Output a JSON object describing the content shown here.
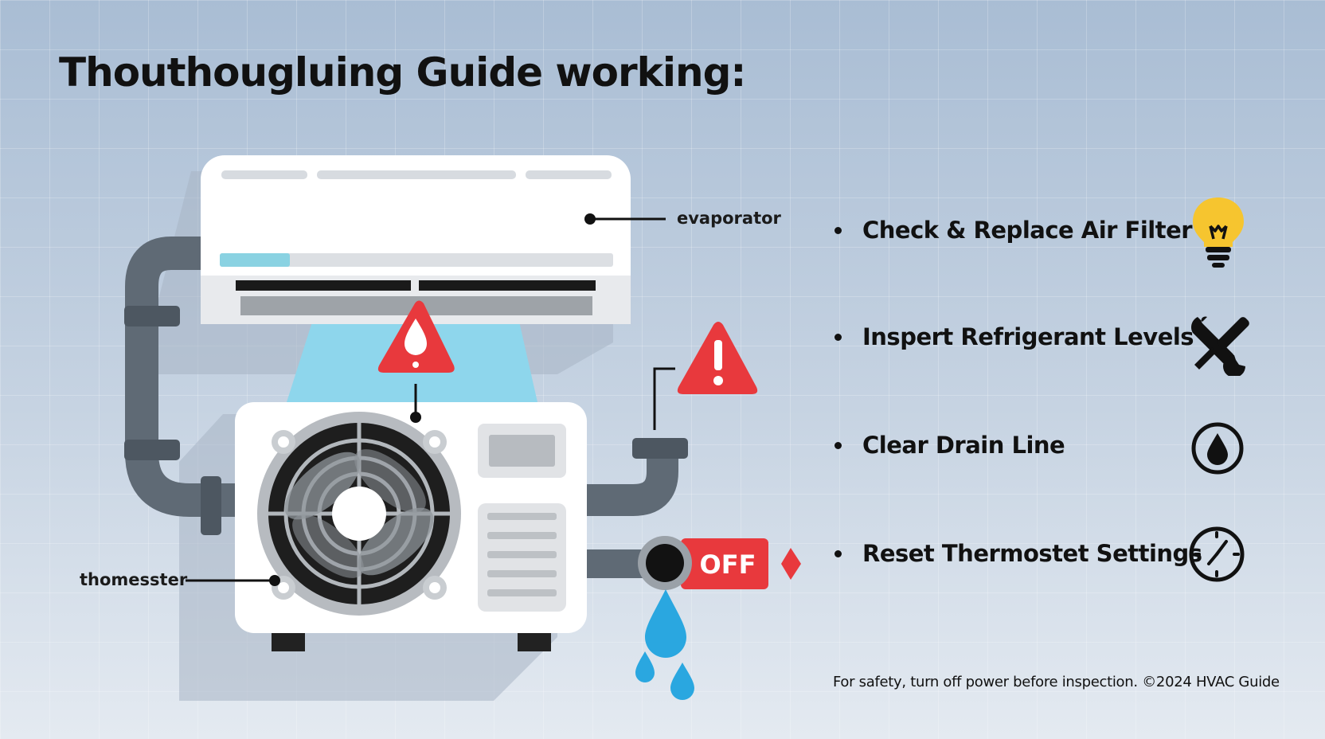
{
  "title": "Thouthougluing Guide working:",
  "callouts": {
    "evaporator": "evaporator",
    "thermostat": "thomesster",
    "off_switch": "OFF"
  },
  "checklist": [
    {
      "label": "Check & Replace Air Filter",
      "icon": "lightbulb-icon"
    },
    {
      "label": "Inspert Refrigerant Levels",
      "icon": "wrench-screwdriver-icon"
    },
    {
      "label": "Clear Drain Line",
      "icon": "water-drop-icon"
    },
    {
      "label": "Reset Thermostet Settings",
      "icon": "clock-icon"
    }
  ],
  "footer": "For safety, turn off power before inspection. ©2024 HVAC Guide",
  "colors": {
    "warning_red": "#e8393d",
    "water_blue": "#2aa7e0",
    "airflow_blue": "#8ed6ec",
    "pipe_gray": "#5f6a75",
    "bulb_yellow": "#f6c52f"
  }
}
